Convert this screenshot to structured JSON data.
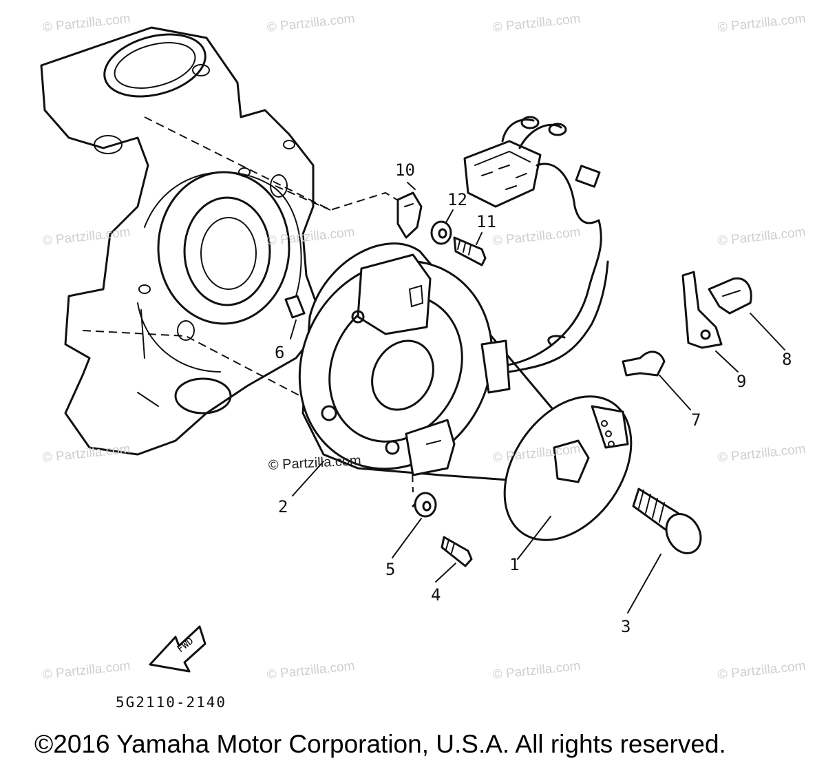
{
  "watermark": "© Partzilla.com",
  "callouts": [
    {
      "id": "1",
      "label": "1"
    },
    {
      "id": "2",
      "label": "2"
    },
    {
      "id": "3",
      "label": "3"
    },
    {
      "id": "4",
      "label": "4"
    },
    {
      "id": "5",
      "label": "5"
    },
    {
      "id": "6",
      "label": "6"
    },
    {
      "id": "7",
      "label": "7"
    },
    {
      "id": "8",
      "label": "8"
    },
    {
      "id": "9",
      "label": "9"
    },
    {
      "id": "10",
      "label": "10"
    },
    {
      "id": "11",
      "label": "11"
    },
    {
      "id": "12",
      "label": "12"
    }
  ],
  "direction_arrow_label": "FWD",
  "part_code": "5G2110-2140",
  "copyright": "©2016 Yamaha Motor Corporation, U.S.A. All rights reserved."
}
